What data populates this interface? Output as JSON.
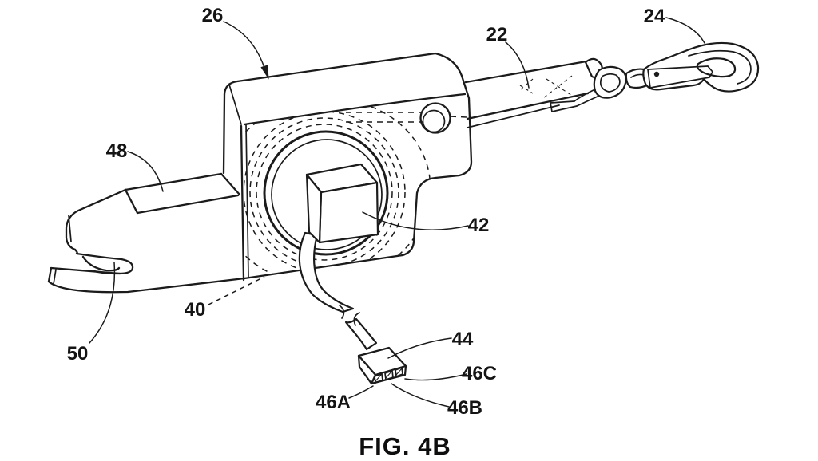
{
  "figure": {
    "caption": "FIG. 4B",
    "ink_color": "#1b1b1b",
    "background_color": "#ffffff",
    "reference_labels": {
      "n22": "22",
      "n24": "24",
      "n26": "26",
      "n40": "40",
      "n42": "42",
      "n44": "44",
      "n46A": "46A",
      "n46B": "46B",
      "n46C": "46C",
      "n48": "48",
      "n50": "50"
    }
  }
}
